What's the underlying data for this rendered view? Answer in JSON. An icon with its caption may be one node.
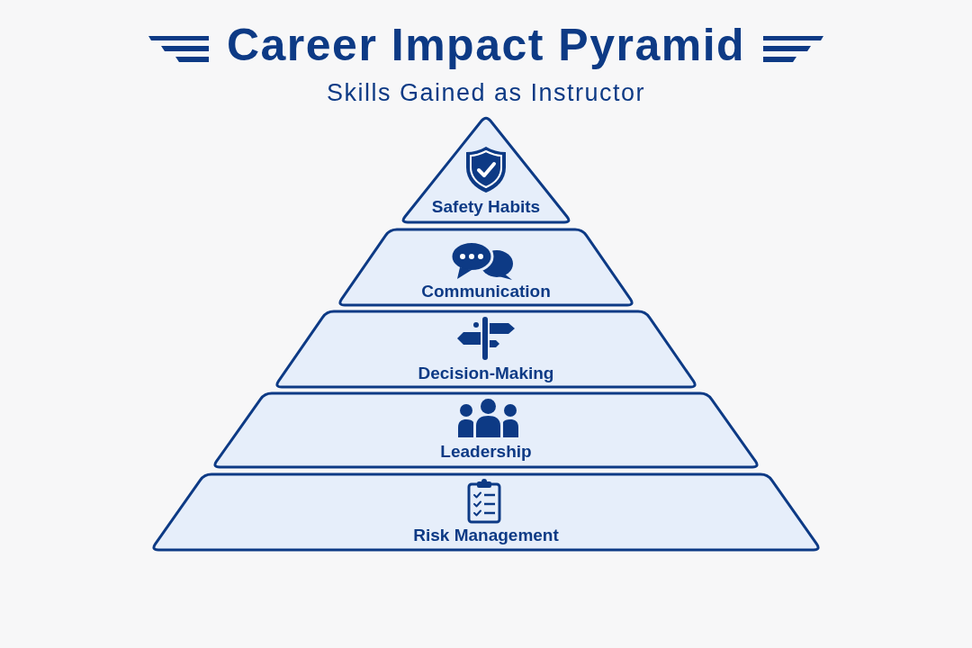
{
  "diagram": {
    "title": "Career Impact Pyramid",
    "nodes": [
      {
        "text": [
          "Safety Habits"
        ]
      },
      {
        "text": [
          "Communication"
        ]
      },
      {
        "text": [
          "Decision-Making"
        ]
      },
      {
        "text": [
          "Leadership"
        ]
      },
      {
        "text": [
          "Risk Management"
        ]
      }
    ],
    "labels": [
      "Skills Gained as Instructor"
    ]
  }
}
